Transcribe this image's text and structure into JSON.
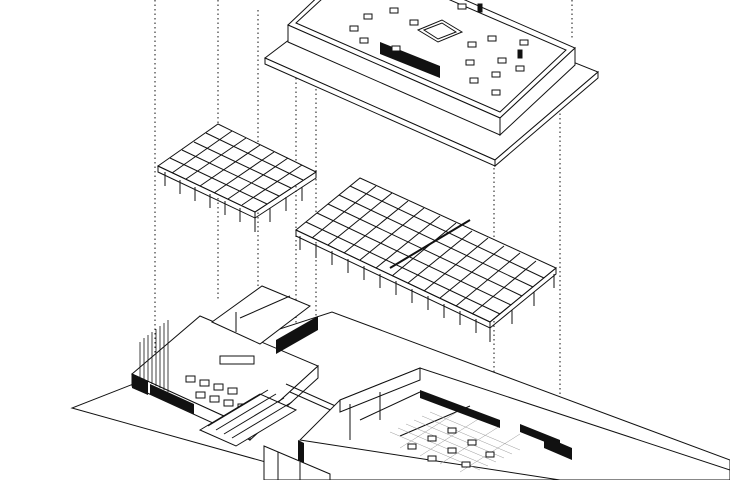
{
  "diagram": {
    "kind": "exploded-axonometric",
    "line_color": "#111111",
    "fill_color": "#ffffff",
    "dark_color": "#1a1a1a",
    "guide_style": "dotted",
    "layers": [
      {
        "id": "roof-level-floor-plate",
        "role": "upper floor with furniture"
      },
      {
        "id": "small-roof-grid",
        "role": "roof structure grid (small)"
      },
      {
        "id": "large-roof-grid",
        "role": "roof structure grid (large)"
      },
      {
        "id": "ground-floor-plan",
        "role": "ground floor with rooms and furniture"
      }
    ]
  }
}
